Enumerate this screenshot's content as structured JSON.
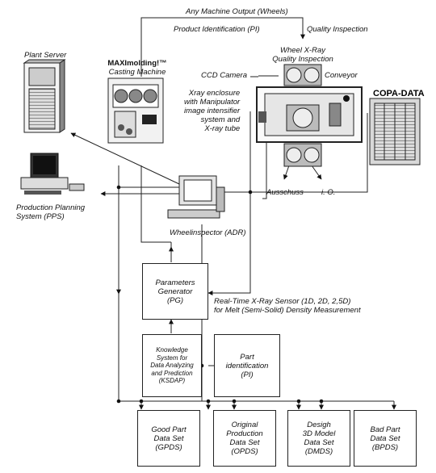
{
  "labels": {
    "machine_output": "Any Machine Output (Wheels)",
    "product_identification": "Product Identification (PI)",
    "quality_inspection": "Quality Inspection",
    "plant_server": "Plant Server",
    "maximolding_line1": "MAXImolding!™",
    "maximolding_line2": "Casting Machine",
    "wheel_xray_line1": "Wheel X-Ray",
    "wheel_xray_line2": "Quality Inspection",
    "ccd_camera": "CCD Camera",
    "conveyor": "Conveyor",
    "xray_enclosure": "Xray enclosure\nwith Manipulator\nimage intensifier\nsystem and\nX-ray tube",
    "copa_data": "COPA-DATA",
    "ausschuss": "Ausschuss",
    "io": "i. O.",
    "pps_line1": "Production Planning",
    "pps_line2": "System (PPS)",
    "wheelinspector": "Wheelinspector (ADR)",
    "sensor_line1": "Real-Time X-Ray Sensor (1D, 2D, 2,5D)",
    "sensor_line2": "for Melt (Semi-Solid) Density Measurement"
  },
  "boxes": {
    "pg": "Parameters\nGenerator\n(PG)",
    "ksdap": "Knowledge\nSystem for\nData Analyzing\nand Prediction\n(KSDAP)",
    "pi": "Part\nidentification\n(PI)",
    "gpds": "Good Part\nData Set\n(GPDS)",
    "opds": "Original\nProduction\nData Set\n(OPDS)",
    "dmds": "Desigh\n3D Model\nData Set\n(DMDS)",
    "bpds": "Bad Part\nData Set\n(BPDS)"
  },
  "icons": [
    "server-tower-icon",
    "casting-machine-icon",
    "xray-station-icon",
    "fan-unit-icon",
    "radiation-icon",
    "control-cabinet-icon",
    "workstation-icon",
    "pc-icon"
  ]
}
